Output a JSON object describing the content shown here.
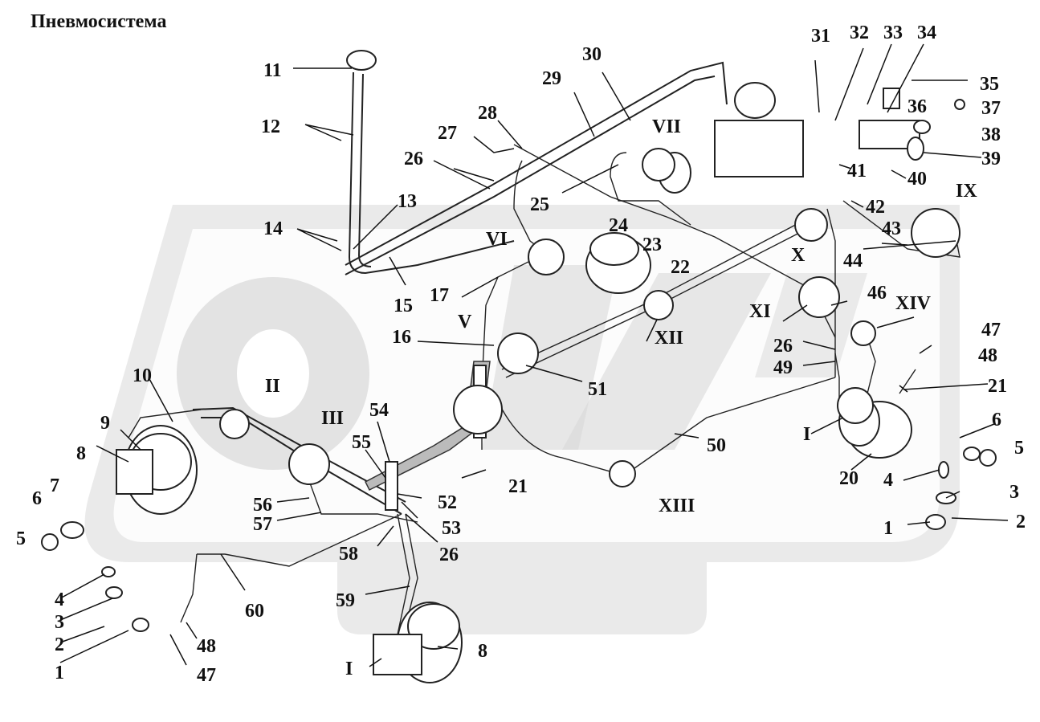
{
  "title": "Пневмосистема",
  "colors": {
    "watermark": "#d8d8d8",
    "line": "#222222"
  },
  "labels": [
    "1",
    "2",
    "3",
    "4",
    "5",
    "6",
    "7",
    "8",
    "9",
    "10",
    "11",
    "12",
    "13",
    "14",
    "15",
    "16",
    "17",
    "20",
    "21",
    "22",
    "23",
    "24",
    "25",
    "26",
    "27",
    "28",
    "29",
    "30",
    "31",
    "32",
    "33",
    "34",
    "35",
    "36",
    "37",
    "38",
    "39",
    "40",
    "41",
    "42",
    "43",
    "44",
    "46",
    "47",
    "48",
    "49",
    "50",
    "51",
    "52",
    "53",
    "54",
    "55",
    "56",
    "57",
    "58",
    "59",
    "60",
    "I",
    "II",
    "III",
    "V",
    "VI",
    "VII",
    "IX",
    "X",
    "XI",
    "XII",
    "XIII",
    "XIV"
  ]
}
